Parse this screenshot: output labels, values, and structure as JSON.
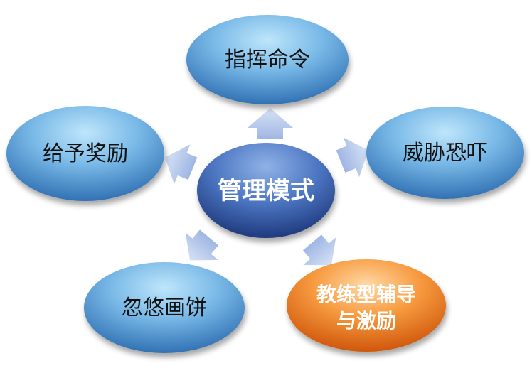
{
  "diagram": {
    "center": {
      "label": "管理模式"
    },
    "nodes": {
      "top": {
        "label": "指挥命令"
      },
      "right": {
        "label": "威胁恐吓"
      },
      "left": {
        "label": "给予奖励"
      },
      "bottom_left": {
        "label": "忽悠画饼"
      },
      "bottom_right": {
        "line1": "教练型辅导",
        "line2": "与激励"
      }
    }
  },
  "colors": {
    "node_light": "#9fd3f3",
    "node_dark": "#2f6fb3",
    "center_light": "#6f9bd8",
    "center_dark": "#233f86",
    "highlight_light": "#ffc27a",
    "highlight_dark": "#d9600f",
    "arrow": "#b4c6ec"
  }
}
